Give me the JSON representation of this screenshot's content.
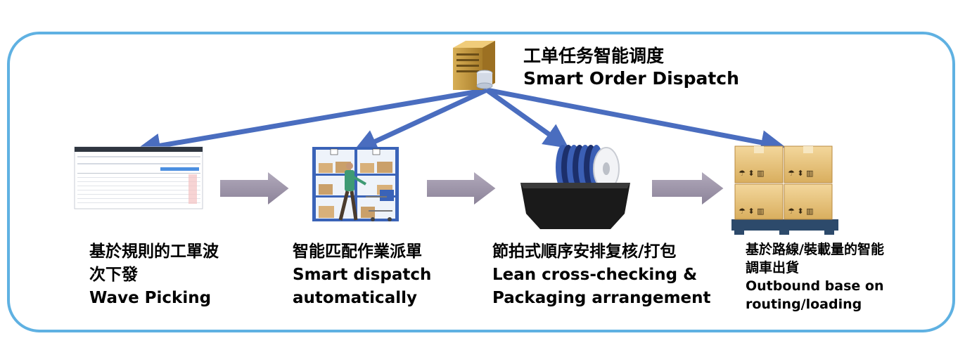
{
  "hub": {
    "title_zh": "工单任务智能调度",
    "title_en": "Smart Order Dispatch",
    "icon": "server-icon"
  },
  "steps": [
    {
      "zh_line1": "基於規則的工單波",
      "zh_line2": "次下發",
      "en_line1": "Wave Picking",
      "en_line2": "",
      "icon": "screenshot-icon"
    },
    {
      "zh_line1": "智能匹配作業派單",
      "zh_line2": "",
      "en_line1": "Smart dispatch",
      "en_line2": "automatically",
      "icon": "warehouse-picker-icon"
    },
    {
      "zh_line1": "節拍式順序安排复核/打包",
      "zh_line2": "",
      "en_line1": "Lean cross-checking &",
      "en_line2": "Packaging arrangement",
      "icon": "reel-tray-icon"
    },
    {
      "zh_line1": "基於路線/裝載量的智能",
      "zh_line2": "調車出貨",
      "en_line1": "Outbound base on",
      "en_line2": "routing/loading",
      "icon": "pallet-boxes-icon"
    }
  ],
  "colors": {
    "frame_border": "#5fb1e2",
    "dispatch_arrow": "#4a6dbf",
    "flow_arrow": "#9a90a6"
  }
}
